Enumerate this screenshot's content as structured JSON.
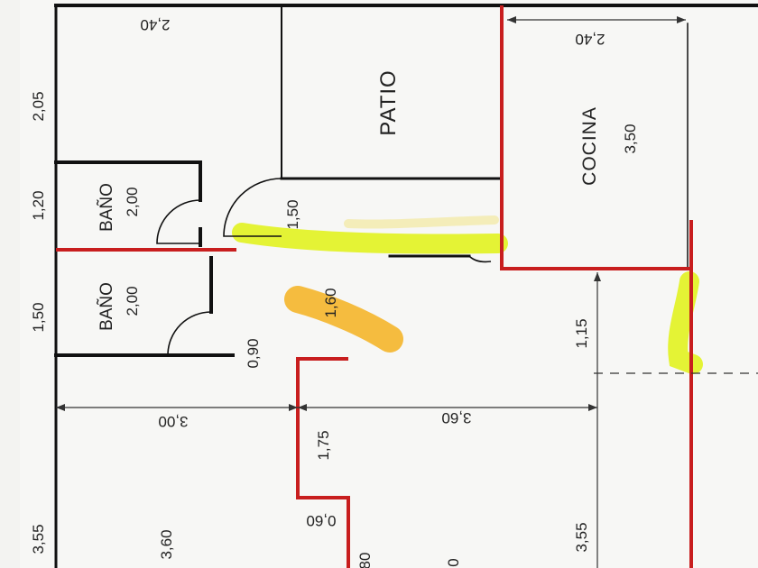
{
  "colors": {
    "paper": "#f7f7f5",
    "wall": "#111111",
    "red_wall": "#c81e1e",
    "yellow_mark": "#e3f22a",
    "orange_mark": "#f4b21e",
    "dim_line": "#333333"
  },
  "rooms": {
    "patio": "PATIO",
    "cocina": "COCINA",
    "cocina_size": "3,50",
    "bano_top": "BAÑO",
    "bano_top_size": "2,00",
    "bano_bottom": "BAÑO",
    "bano_bottom_size": "2,00"
  },
  "dimensions": {
    "d_2_40_top": "2,40",
    "d_2_40_cocina": "2,40",
    "d_2_05": "2,05",
    "d_1_20": "1,20",
    "d_1_50_left": "1,50",
    "d_1_50_mid": "1,50",
    "d_1_60": "1,60",
    "d_0_90": "0,90",
    "d_1_15": "1,15",
    "d_3_00": "3,00",
    "d_3_60_mid": "3,60",
    "d_1_75": "1,75",
    "d_0_60": "0,60",
    "d_3_55_left": "3,55",
    "d_3_60_bottom": "3,60",
    "d_3_55_right": "3,55",
    "d_80_partial": "80",
    "d_0_partial": "0"
  }
}
